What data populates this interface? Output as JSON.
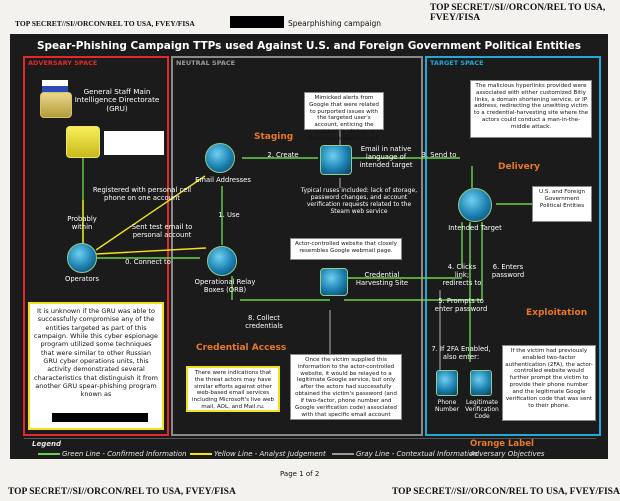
{
  "header": {
    "classification_left": "TOP SECRET//SI//ORCON/REL TO USA, FVEY/FISA",
    "classification_right": "TOP SECRET//SI//ORCON/REL TO USA, FVEY/FISA",
    "subheader_left": "TOP SECRET//SI//ORCON/REL TO USA, FVEY/FISA",
    "subheader_right": "Spearphishing campaign"
  },
  "footer": {
    "page": "Page 1 of 2",
    "classification_left": "TOP SECRET//SI//ORCON/REL TO USA, FVEY/FISA",
    "classification_right": "TOP SECRET//SI//ORCON/REL TO USA, FVEY/FISA"
  },
  "diagram": {
    "title": "Spear-Phishing Campaign TTPs used Against U.S. and Foreign Government Political Entities",
    "regions": {
      "adversary": "ADVERSARY SPACE",
      "neutral": "NEUTRAL SPACE",
      "target": "TARGET SPACE"
    },
    "nodes": {
      "gru": "General Staff Main Intelligence Directorate (GRU)",
      "operators": "Operators",
      "email_addresses": "Email Addresses",
      "orb": "Operational Relay Boxes (ORB)",
      "email_native": "Email in native language of intended target",
      "intended_target": "Intended Target",
      "us_foreign": "U.S. and Foreign Government Political Entities",
      "cred_harvest": "Credential Harvesting Site",
      "phone_number": "Phone Number",
      "legit_code": "Legitimate Verification Code"
    },
    "stages": {
      "staging": "Staging",
      "delivery": "Delivery",
      "exploitation": "Exploitation",
      "credential_access": "Credential Access"
    },
    "edges": {
      "probably_within": "Probably within",
      "registered": "Registered with personal cell phone on one account",
      "sent_test": "Sent test email to personal account",
      "connect": "0. Connect to",
      "use": "1. Use",
      "create": "2. Create",
      "send_to": "3. Send to",
      "clicks_link": "4. Clicks link; redirects to",
      "prompts": "5. Prompts to enter password",
      "enters_password": "6. Enters password",
      "if_2fa": "7. If 2FA Enabled, also enter:",
      "collect": "8. Collect credentials"
    },
    "notes": {
      "mimicked": "Mimicked alerts from Google that were related to purported issues with the targeted user's account, enticing the recipient to click on a malicious embedded link",
      "typical_ruses": "Typical ruses included: lack of storage, password changes, and account verification requests related to the Steam web service",
      "hyperlinks": "The malicious hyperlinks provided were associated with either customized Bitly links, a domain shortening service, or IP address, redirecting the unwitting victim to a credential-harvesting site where the actors could conduct a man-in-the-middle attack.",
      "actor_controlled": "Actor-controlled website that closely resembles Google webmail page.",
      "once_victim": "Once the victim supplied this information to the actor-controlled website, it would be relayed to a legitimate Google service, but only after the actors had successfully obtained the victim's password (and if two-factor, phone number and Google verification code) associated with that specific email account",
      "indications": "There were indications that the threat actors may have similar efforts against other web-based email services including Microsoft's live web mail, AOL, and Mail.ru.",
      "if_victim_2fa": "If the victim had previously enabled two-factor authentication (2FA), the actor-controlled website would further prompt the victim to provide their phone number and the legitimate Google verification code that was sent to their phone.",
      "unknown": "It is unknown if the GRU was able to successfully compromise any of the entities targeted as part of this campaign. While this cyber espionage program utilized some techniques that were similar to other Russian GRU cyber operations units, this activity demonstrated several characteristics that distinguish it from another GRU spear-phishing program known as"
    },
    "legend": {
      "title": "Legend",
      "green": "Green Line - Confirmed Information",
      "yellow": "Yellow Line - Analyst Judgement",
      "gray": "Gray Line - Contextual Information",
      "orange_title": "Orange Label",
      "orange_desc": "Adversary Objectives"
    }
  },
  "colors": {
    "adversary": "#e02a2a",
    "neutral": "#8a8a8a",
    "target": "#27a7d6",
    "green_line": "#6ad24e",
    "yellow_line": "#f2e21c",
    "orange": "#e8782a"
  }
}
